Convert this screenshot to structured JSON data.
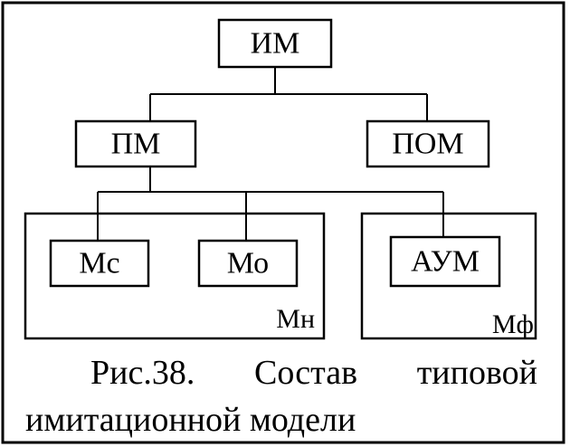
{
  "nodes": {
    "im": "ИМ",
    "pm": "ПМ",
    "pom": "ПОМ",
    "mc": "Мс",
    "mo": "Мо",
    "aum": "АУМ"
  },
  "groups": {
    "mn": "Мн",
    "mf": "Мф"
  },
  "caption": {
    "line1_words": [
      "Рис.38.",
      "Состав",
      "типовой"
    ],
    "line2": "имитационной модели"
  }
}
